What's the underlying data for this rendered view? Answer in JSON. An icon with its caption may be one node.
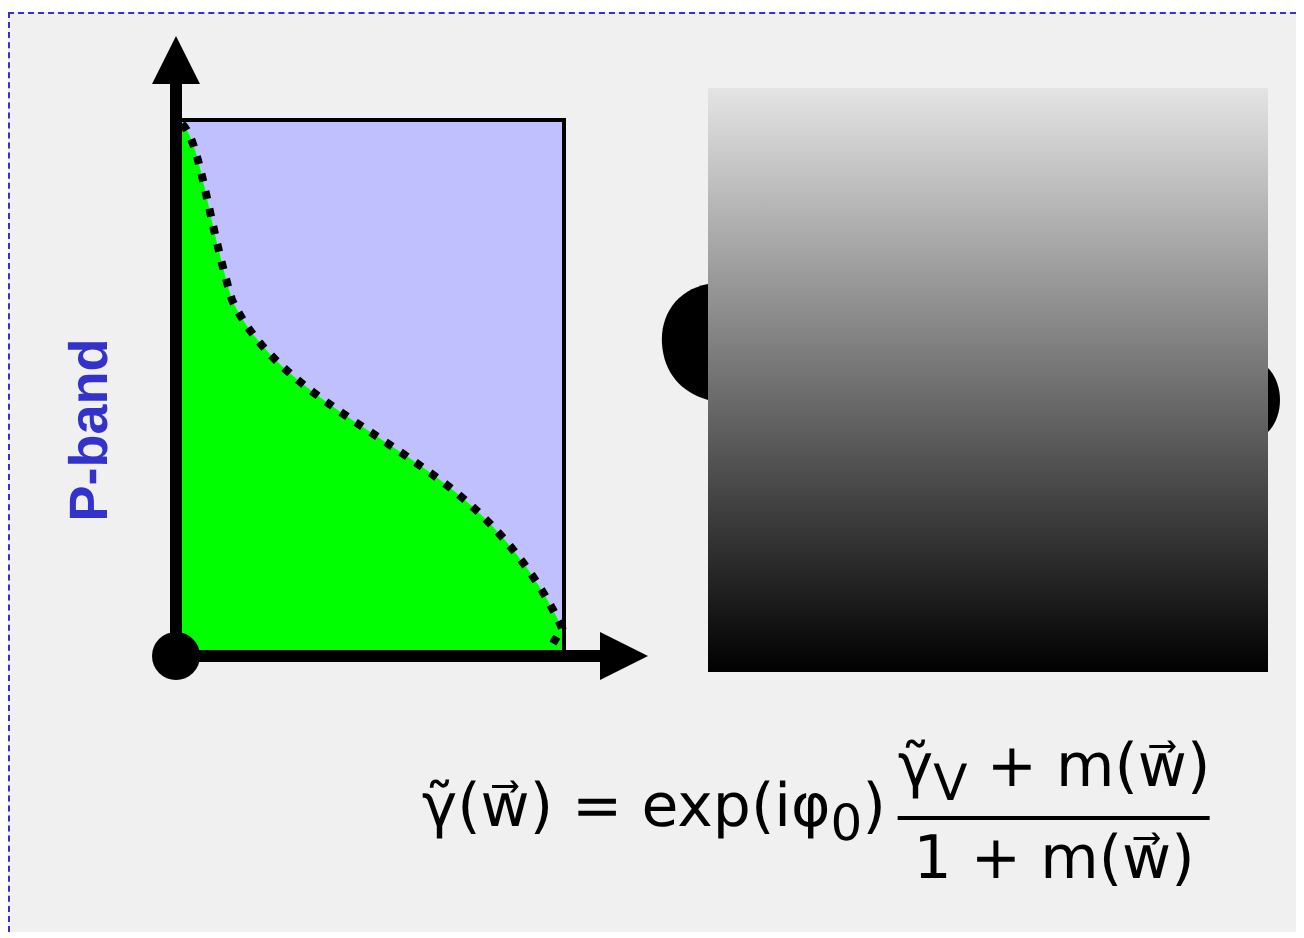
{
  "diagram": {
    "labels": [
      "P-band",
      "γ̃(w⃗) = exp(iφ$_{0}$)",
      "γ̃$_{V}$ + m(w⃗)",
      "1 + m(w⃗)"
    ]
  }
}
